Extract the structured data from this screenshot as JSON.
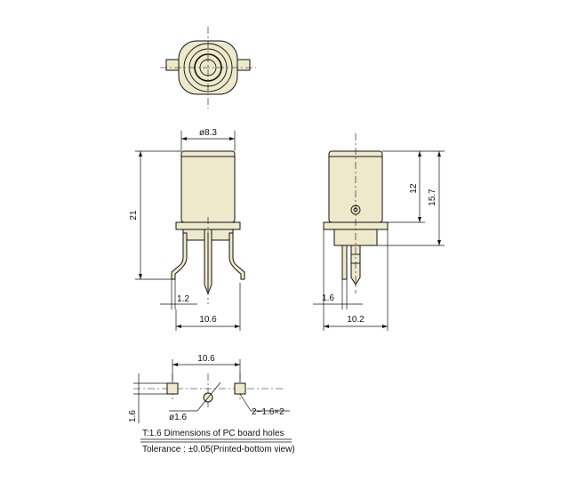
{
  "dimensions": {
    "front_diameter": "ø8.3",
    "front_height": "21",
    "front_offset": "1.2",
    "front_width": "10.6",
    "side_height_12": "12",
    "side_height_157": "15.7",
    "side_offset": "1.6",
    "side_width": "10.2",
    "pcb_spacing": "10.6",
    "pcb_vertical": "1.6",
    "pcb_hole_diameter": "ø1.6",
    "pcb_square_holes": "2−1.6×2"
  },
  "notes": {
    "line1": "T:1.6 Dimensions of PC board  holes",
    "line2": "Tolerance : ±0.05(Printed-bottom view)"
  },
  "colors": {
    "body_fill": "#efe9cc",
    "line": "#111111"
  }
}
